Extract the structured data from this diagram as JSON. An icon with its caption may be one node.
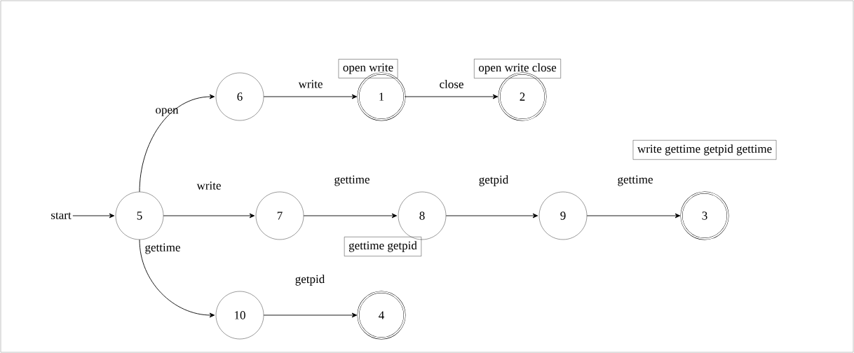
{
  "diagram": {
    "nodes": [
      {
        "text": [
          "start"
        ]
      },
      {
        "text": [
          "5"
        ]
      },
      {
        "text": [
          "6"
        ]
      },
      {
        "text": [
          "1"
        ]
      },
      {
        "text": [
          "2"
        ]
      },
      {
        "text": [
          "7"
        ]
      },
      {
        "text": [
          "8"
        ]
      },
      {
        "text": [
          "9"
        ]
      },
      {
        "text": [
          "3"
        ]
      },
      {
        "text": [
          "10"
        ]
      },
      {
        "text": [
          "4"
        ]
      },
      {
        "text": [
          "open write"
        ]
      },
      {
        "text": [
          "open write close"
        ]
      },
      {
        "text": [
          "write gettime getpid gettime"
        ]
      },
      {
        "text": [
          "gettime getpid"
        ]
      }
    ],
    "edges": [
      {
        "from": 0,
        "to": 1,
        "arrow": "to"
      },
      {
        "from": 1,
        "to": 2,
        "arrow": "to",
        "label": "open"
      },
      {
        "from": 2,
        "to": 3,
        "arrow": "to",
        "label": "write"
      },
      {
        "from": 3,
        "to": 4,
        "arrow": "to",
        "label": "close"
      },
      {
        "from": 1,
        "to": 5,
        "arrow": "to",
        "label": "write"
      },
      {
        "from": 5,
        "to": 6,
        "arrow": "to",
        "label": "gettime"
      },
      {
        "from": 6,
        "to": 7,
        "arrow": "to",
        "label": "getpid"
      },
      {
        "from": 7,
        "to": 8,
        "arrow": "to",
        "label": "gettime"
      },
      {
        "from": 1,
        "to": 9,
        "arrow": "to",
        "label": "gettime"
      },
      {
        "from": 9,
        "to": 10,
        "arrow": "to",
        "label": "getpid"
      }
    ]
  }
}
